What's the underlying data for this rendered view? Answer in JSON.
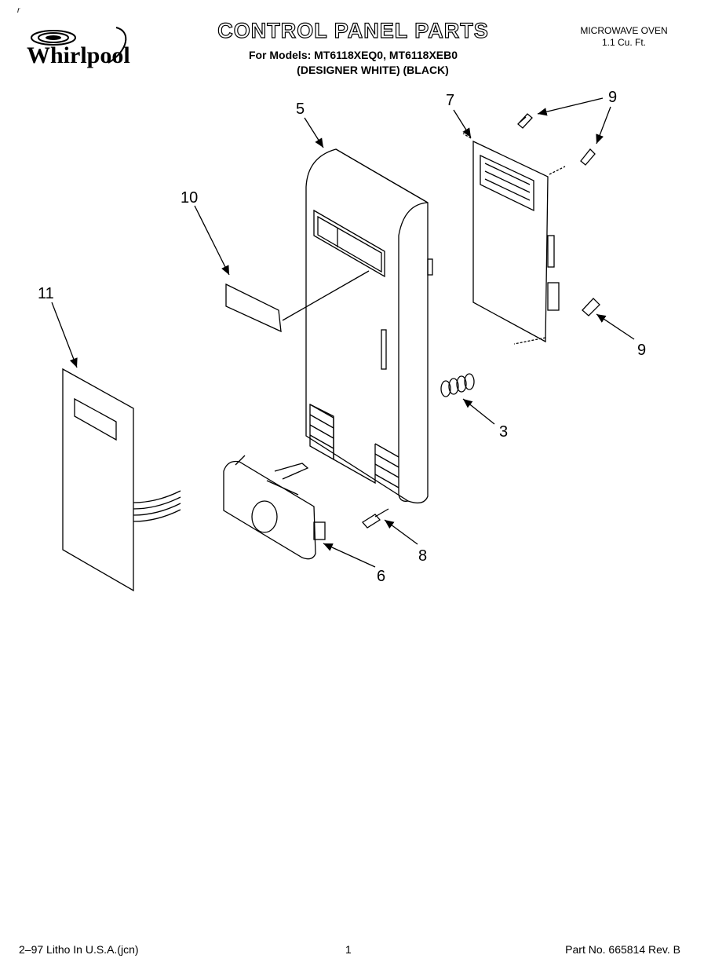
{
  "header": {
    "corner_mark": "r",
    "brand": "Whirlpool",
    "title": "CONTROL PANEL PARTS",
    "models_line": "For Models: MT6118XEQ0, MT6118XEB0",
    "colors_line": "(DESIGNER WHITE) (BLACK)",
    "product_type": "MICROWAVE OVEN",
    "product_size": "1.1 Cu. Ft."
  },
  "callouts": {
    "c5": "5",
    "c7": "7",
    "c9a": "9",
    "c9b": "9",
    "c10": "10",
    "c11": "11",
    "c3": "3",
    "c8": "8",
    "c6": "6"
  },
  "footer": {
    "left": "2–97 Litho In U.S.A.(jcn)",
    "page": "1",
    "right": "Part No. 665814 Rev. B"
  }
}
